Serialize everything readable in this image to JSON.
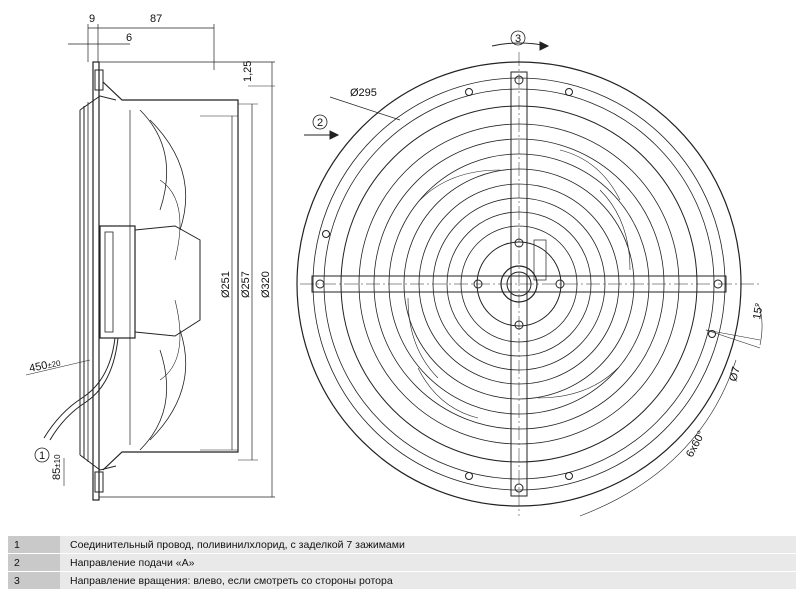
{
  "side_view": {
    "dimensions": {
      "d9": "9",
      "d87": "87",
      "d6": "6",
      "d1_25": "1,25",
      "d251": "Ø251",
      "d257": "Ø257",
      "d320": "Ø320",
      "cable": "450",
      "cable_tol": "±20",
      "strip": "85",
      "strip_tol": "±10"
    },
    "callout_1": "1"
  },
  "front_view": {
    "dimensions": {
      "d295": "Ø295",
      "d7": "Ø7",
      "angle15": "15°",
      "holes": "6x60°"
    },
    "callout_2": "2",
    "callout_3": "3"
  },
  "legend": [
    {
      "num": "1",
      "text": "Соединительный провод, поливинилхлорид, с заделкой 7 зажимами"
    },
    {
      "num": "2",
      "text": "Направление подачи «А»"
    },
    {
      "num": "3",
      "text": "Направление вращения: влево, если смотреть со стороны ротора"
    }
  ],
  "colors": {
    "line": "#222222",
    "legend_num_bg": "#c9c9c9",
    "legend_text_bg": "#e9e9e9"
  }
}
